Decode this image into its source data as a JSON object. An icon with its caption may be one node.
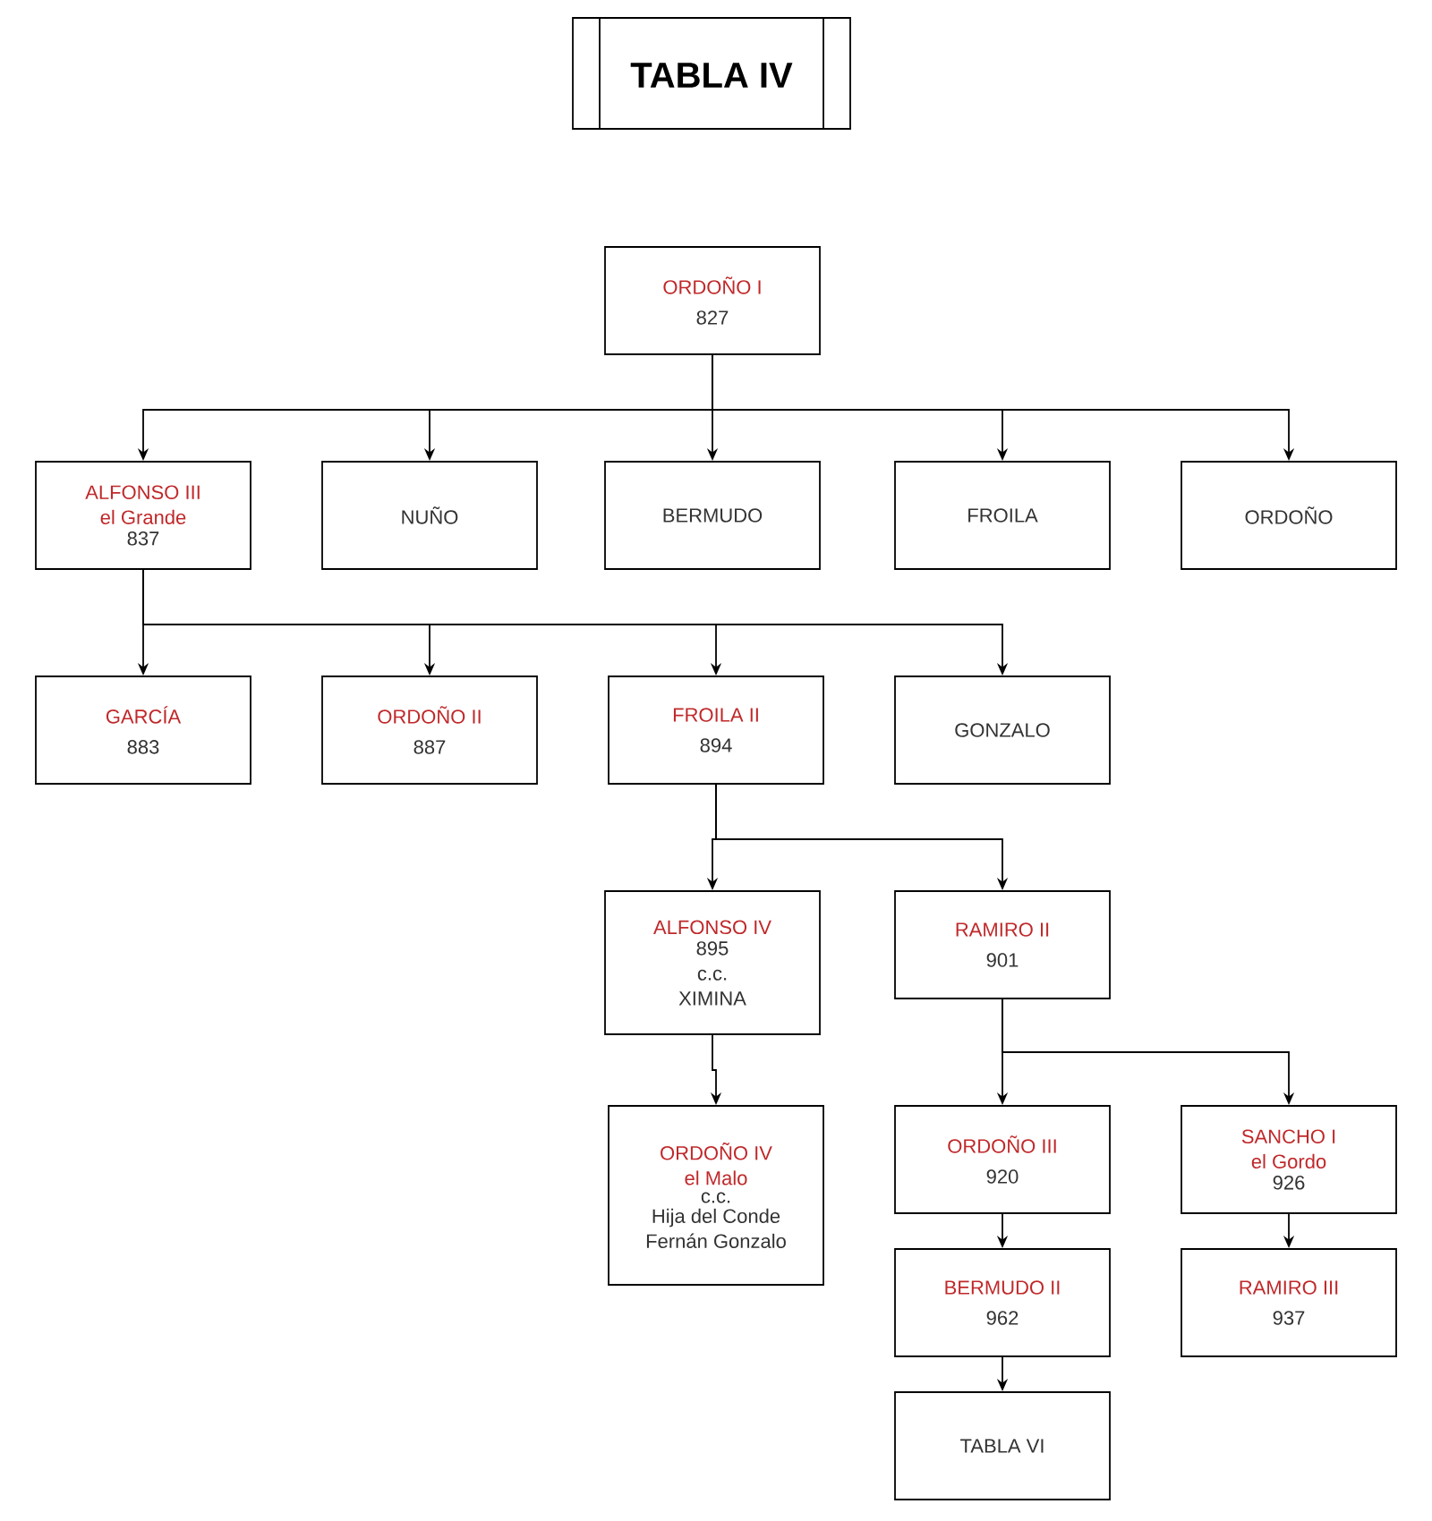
{
  "diagram": {
    "title": "TABLA IV",
    "nodes": [
      {
        "text": [
          "ORDOÑO I",
          "827"
        ]
      },
      {
        "text": [
          "ALFONSO III el Grande",
          "837"
        ]
      },
      {
        "text": [
          "NUÑO"
        ]
      },
      {
        "text": [
          "BERMUDO"
        ]
      },
      {
        "text": [
          "FROILA"
        ]
      },
      {
        "text": [
          "ORDOÑO"
        ]
      },
      {
        "text": [
          "GARCÍA",
          "883"
        ]
      },
      {
        "text": [
          "ORDOÑO II",
          "887"
        ]
      },
      {
        "text": [
          "FROILA II",
          "894"
        ]
      },
      {
        "text": [
          "GONZALO"
        ]
      },
      {
        "text": [
          "ALFONSO IV",
          "895 c.c. XIMINA"
        ]
      },
      {
        "text": [
          "RAMIRO II",
          "901"
        ]
      },
      {
        "text": [
          "ORDOÑO IV el Malo",
          "c.c.",
          "Hija del Conde Fernán Gonzalo"
        ]
      },
      {
        "text": [
          "ORDOÑO III",
          "920"
        ]
      },
      {
        "text": [
          "SANCHO I el Gordo",
          "926"
        ]
      },
      {
        "text": [
          "BERMUDO II",
          "962"
        ]
      },
      {
        "text": [
          "RAMIRO III",
          "937"
        ]
      },
      {
        "text": [
          "TABLA VI"
        ]
      }
    ],
    "edges": [
      {
        "from": 0,
        "to": 1,
        "arrow": "to"
      },
      {
        "from": 0,
        "to": 2,
        "arrow": "to"
      },
      {
        "from": 0,
        "to": 3,
        "arrow": "to"
      },
      {
        "from": 0,
        "to": 4,
        "arrow": "to"
      },
      {
        "from": 0,
        "to": 5,
        "arrow": "to"
      },
      {
        "from": 1,
        "to": 6,
        "arrow": "to"
      },
      {
        "from": 1,
        "to": 7,
        "arrow": "to"
      },
      {
        "from": 1,
        "to": 8,
        "arrow": "to"
      },
      {
        "from": 1,
        "to": 9,
        "arrow": "to"
      },
      {
        "from": 8,
        "to": 10,
        "arrow": "to"
      },
      {
        "from": 8,
        "to": 11,
        "arrow": "to"
      },
      {
        "from": 10,
        "to": 12,
        "arrow": "to"
      },
      {
        "from": 11,
        "to": 13,
        "arrow": "to"
      },
      {
        "from": 11,
        "to": 14,
        "arrow": "to"
      },
      {
        "from": 13,
        "to": 15,
        "arrow": "to"
      },
      {
        "from": 15,
        "to": 17,
        "arrow": "to"
      },
      {
        "from": 14,
        "to": 16,
        "arrow": "to"
      }
    ]
  }
}
